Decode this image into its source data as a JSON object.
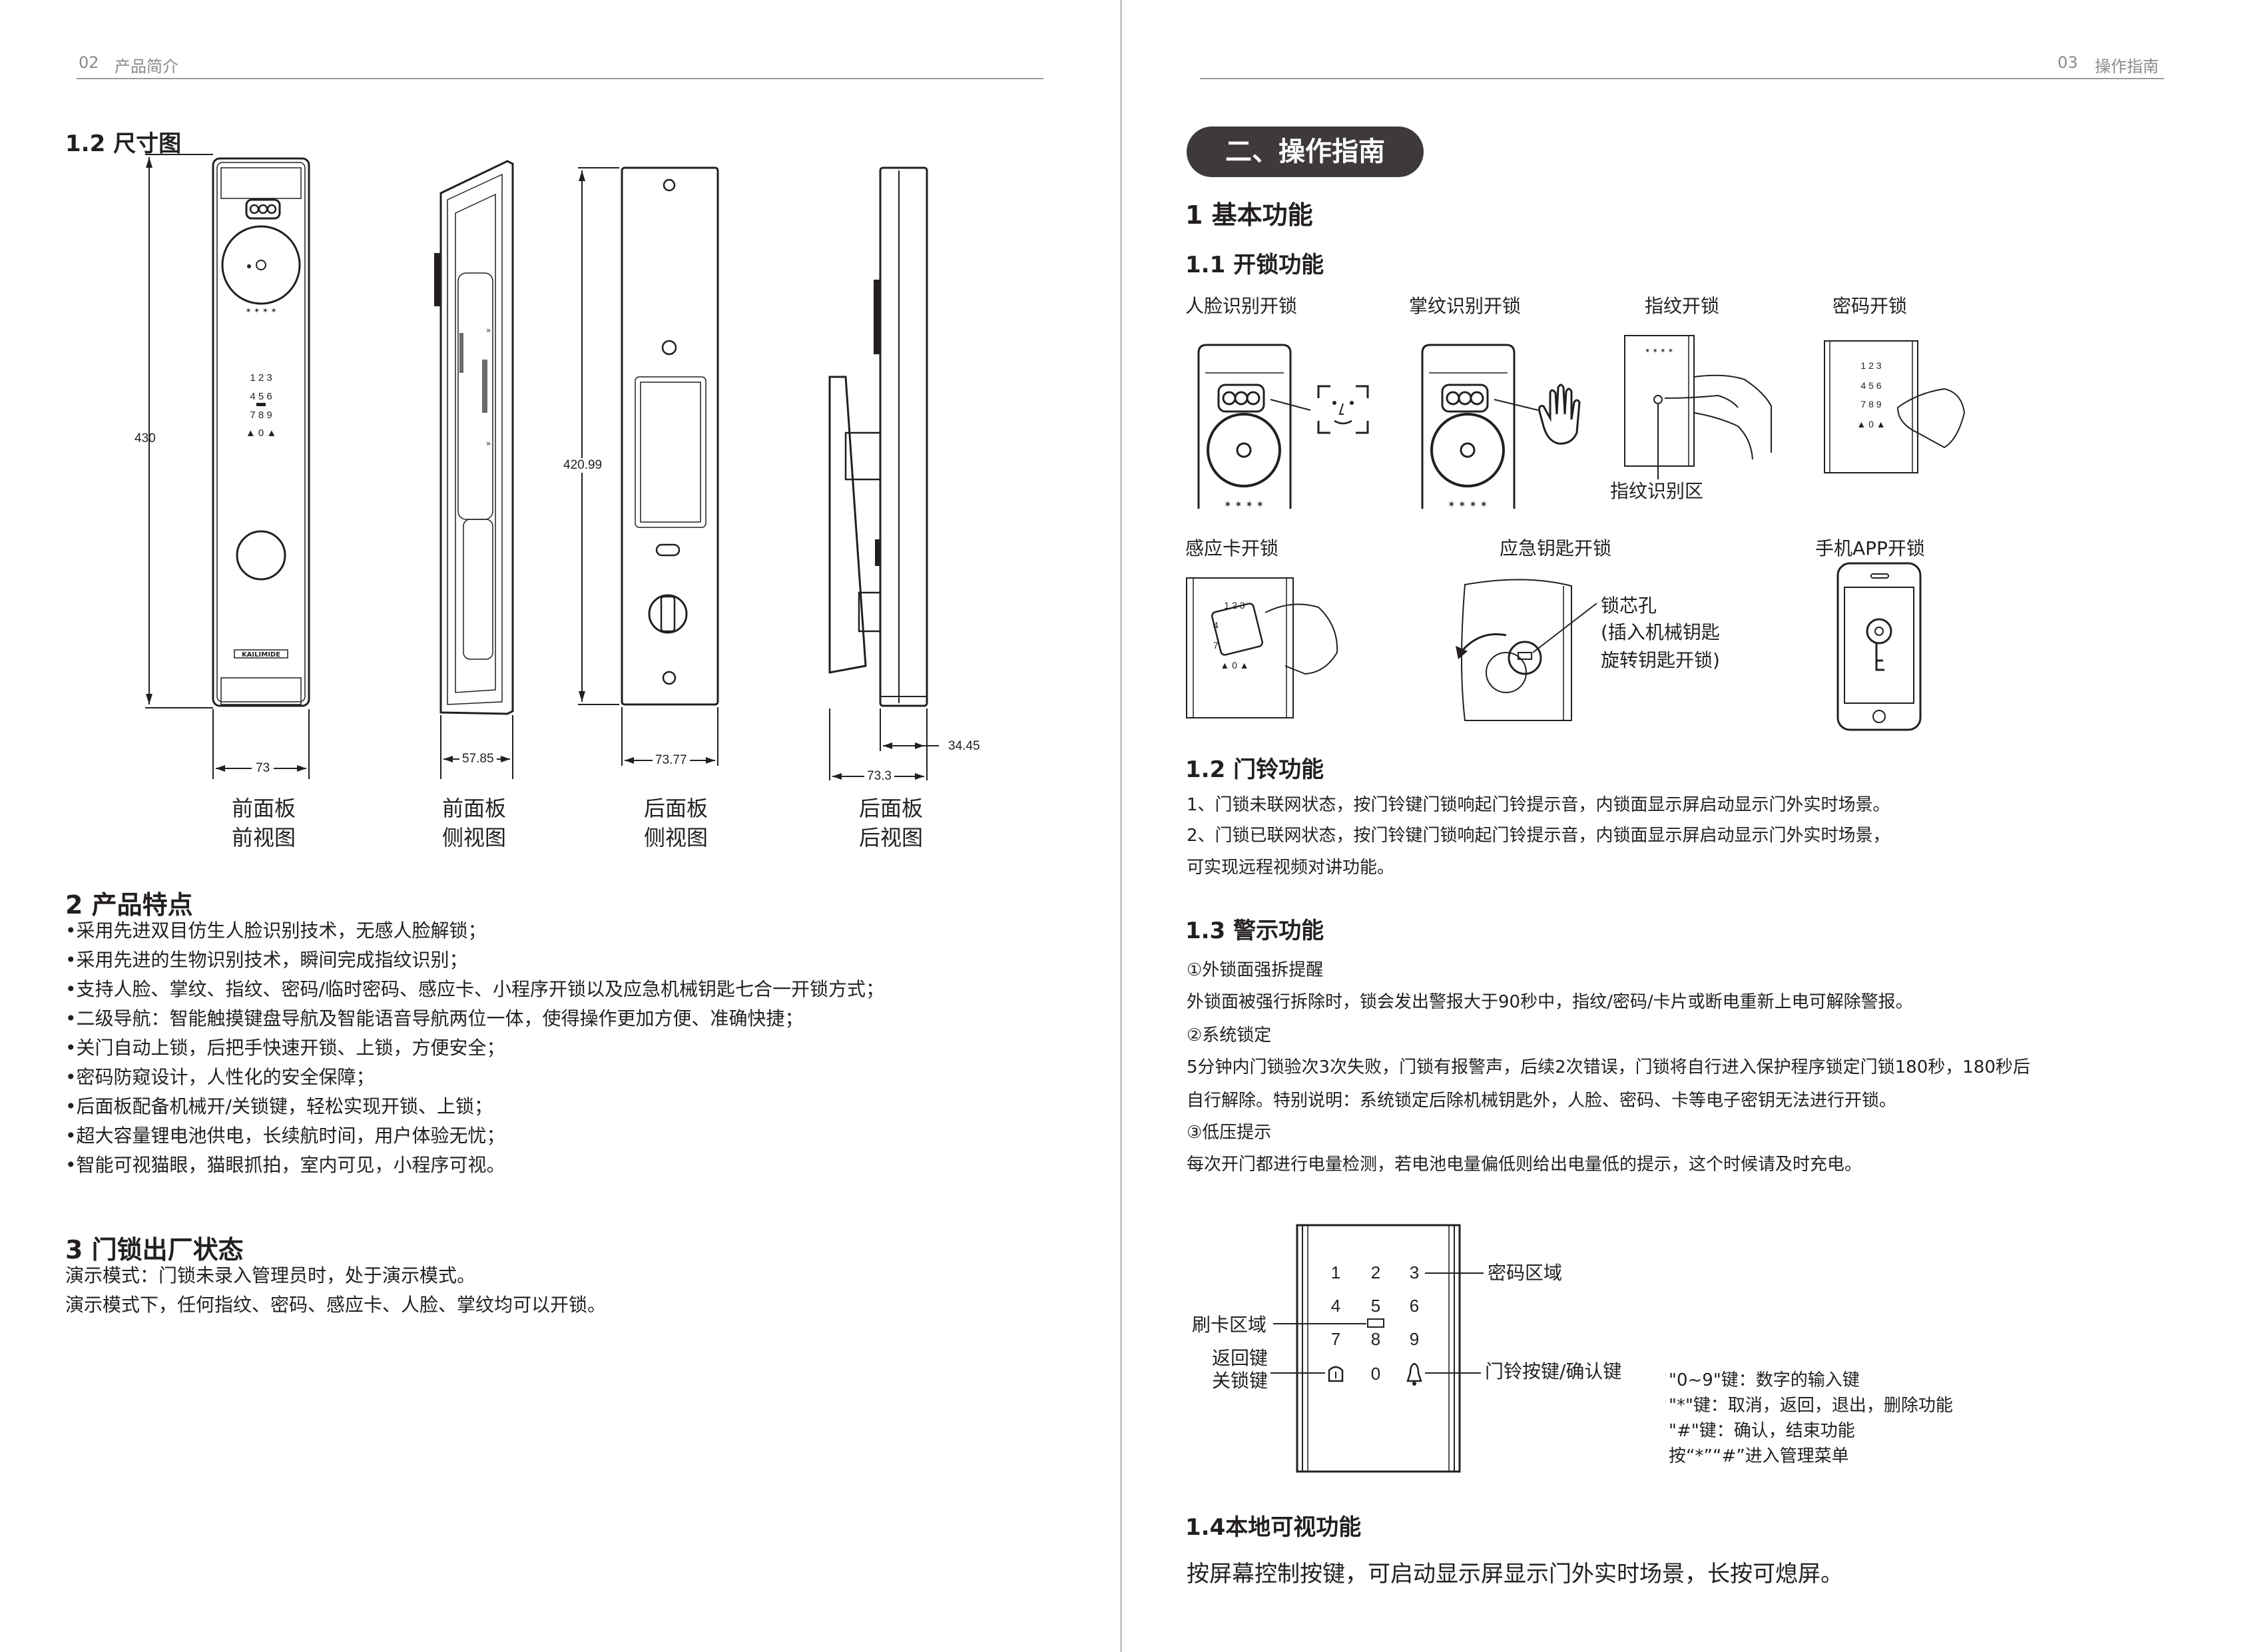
{
  "left_page": {
    "header": {
      "page_no": "02",
      "title": "产品简介"
    },
    "section_1_2": {
      "title": "1.2 尺寸图"
    },
    "dimensions": {
      "height_front": "430",
      "width_front": "73",
      "width_side": "57.85",
      "height_back": "420.99",
      "width_back_side": "73.77",
      "width_back": "73.3",
      "depth_back": "34.45"
    },
    "captions": [
      {
        "line1": "前面板",
        "line2": "前视图"
      },
      {
        "line1": "前面板",
        "line2": "侧视图"
      },
      {
        "line1": "后面板",
        "line2": "侧视图"
      },
      {
        "line1": "后面板",
        "line2": "后视图"
      }
    ],
    "logo_text": "KAILIMIDE",
    "section_2": {
      "title": "2 产品特点",
      "items": [
        "•采用先进双目仿生人脸识别技术，无感人脸解锁；",
        "•采用先进的生物识别技术，瞬间完成指纹识别；",
        "•支持人脸、掌纹、指纹、密码/临时密码、感应卡、小程序开锁以及应急机械钥匙七合一开锁方式；",
        "•二级导航：智能触摸键盘导航及智能语音导航两位一体，使得操作更加方便、准确快捷；",
        "•关门自动上锁，后把手快速开锁、上锁，方便安全；",
        "•密码防窥设计，人性化的安全保障；",
        "•后面板配备机械开/关锁键，轻松实现开锁、上锁；",
        "•超大容量锂电池供电，长续航时间，用户体验无忧；",
        "•智能可视猫眼，猫眼抓拍，室内可见，小程序可视。"
      ]
    },
    "section_3": {
      "title": "3 门锁出厂状态",
      "lines": [
        "演示模式：门锁未录入管理员时，处于演示模式。",
        "演示模式下，任何指纹、密码、感应卡、人脸、掌纹均可以开锁。"
      ]
    }
  },
  "right_page": {
    "header": {
      "page_no": "03",
      "title": "操作指南"
    },
    "chapter": "二、操作指南",
    "section_1": {
      "title": "1 基本功能"
    },
    "section_1_1": {
      "title": "1.1 开锁功能",
      "labels": {
        "face": "人脸识别开锁",
        "palm": "掌纹识别开锁",
        "fingerprint": "指纹开锁",
        "password": "密码开锁",
        "fingerprint_area": "指纹识别区",
        "card": "感应卡开锁",
        "key": "应急钥匙开锁",
        "app": "手机APP开锁",
        "keyhole_1": "锁芯孔",
        "keyhole_2": "(插入机械钥匙",
        "keyhole_3": "旋转钥匙开锁)"
      }
    },
    "section_1_2": {
      "title": "1.2 门铃功能",
      "lines": [
        "1、门锁未联网状态，按门铃键门锁响起门铃提示音，内锁面显示屏启动显示门外实时场景。",
        "2、门锁已联网状态，按门铃键门锁响起门铃提示音，内锁面显示屏启动显示门外实时场景，",
        "可实现远程视频对讲功能。"
      ]
    },
    "section_1_3": {
      "title": "1.3 警示功能",
      "lines": [
        "①外锁面强拆提醒",
        "外锁面被强行拆除时，锁会发出警报大于90秒中，指纹/密码/卡片或断电重新上电可解除警报。",
        "②系统锁定",
        "5分钟内门锁验次3次失败，门锁有报警声，后续2次错误，门锁将自行进入保护程序锁定门锁180秒，180秒后",
        "自行解除。特别说明：系统锁定后除机械钥匙外，人脸、密码、卡等电子密钥无法进行开锁。",
        "③低压提示",
        "每次开门都进行电量检测，若电池电量偏低则给出电量低的提示，这个时候请及时充电。"
      ]
    },
    "keypad": {
      "keys": [
        "1",
        "2",
        "3",
        "4",
        "5",
        "6",
        "7",
        "8",
        "9",
        "0"
      ],
      "password_area": "密码区域",
      "card_area": "刷卡区域",
      "back_key_1": "返回键",
      "back_key_2": "关锁键",
      "bell_key": "门铃按键/确认键",
      "notes": [
        "\"0~9\"键：数字的输入键",
        "\"*\"键：取消，返回，退出，删除功能",
        "\"#\"键：确认，结束功能",
        "按“*”“#”进入管理菜单"
      ]
    },
    "section_1_4": {
      "title": "1.4本地可视功能",
      "line": "按屏幕控制按键，可启动显示屏显示门外实时场景，长按可熄屏。"
    }
  },
  "colors": {
    "text": "#231f20",
    "header_gray": "#8a8a8a",
    "pill_bg": "#3e3a39",
    "pill_text": "#ffffff",
    "rule": "#9a9a9a"
  }
}
